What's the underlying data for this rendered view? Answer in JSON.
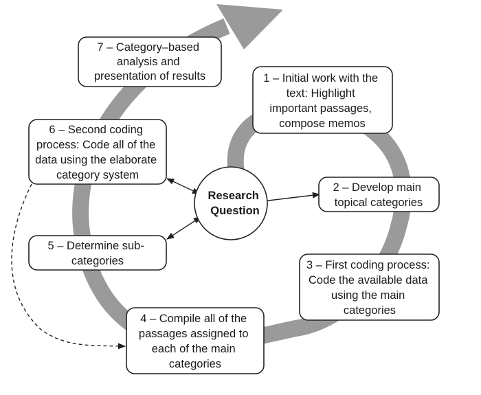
{
  "center": {
    "lines": [
      "Research",
      "Question"
    ]
  },
  "steps": [
    {
      "id": 1,
      "lines": [
        "1 – Initial work with the",
        "text: Highlight",
        "important passages,",
        "compose memos"
      ]
    },
    {
      "id": 2,
      "lines": [
        "2 – Develop main",
        "topical categories"
      ]
    },
    {
      "id": 3,
      "lines": [
        "3 – First coding process:",
        "Code the available data",
        "using the main",
        "categories"
      ]
    },
    {
      "id": 4,
      "lines": [
        "4 – Compile all of the",
        "passages assigned to",
        "each of the main",
        "categories"
      ]
    },
    {
      "id": 5,
      "lines": [
        "5 – Determine sub-",
        "categories"
      ]
    },
    {
      "id": 6,
      "lines": [
        "6 – Second coding",
        "process: Code all of the",
        "data using the elaborate",
        "category system"
      ]
    },
    {
      "id": 7,
      "lines": [
        "7 – Category–based",
        "analysis and",
        "presentation of results"
      ]
    }
  ],
  "colors": {
    "cycle_arrow": "#9a9a9a",
    "box_border": "#222222",
    "connector": "#222222"
  }
}
